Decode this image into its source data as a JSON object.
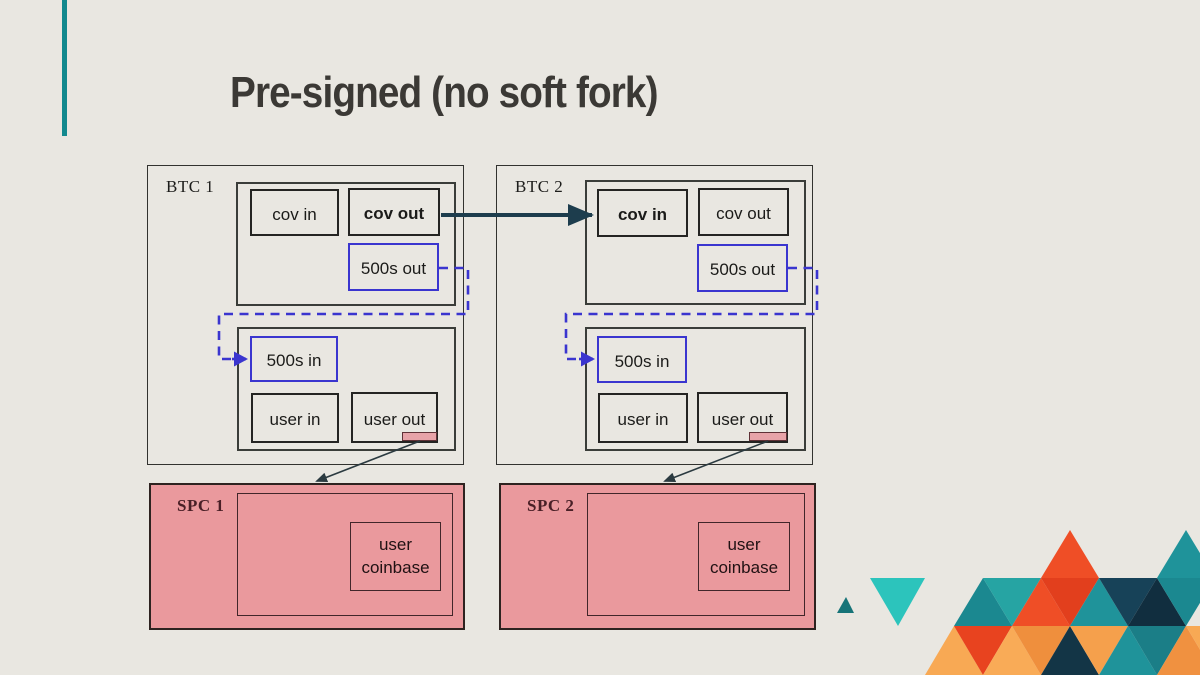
{
  "slide": {
    "title": "Pre-signed (no soft fork)"
  },
  "colors": {
    "background": "#e9e7e1",
    "accent_bar": "#12898e",
    "box_border": "#32322f",
    "blue_accent": "#3a35cf",
    "dark_arrow": "#1d3d4d",
    "spc_fill": "#ea999d",
    "chip_fill": "#e7a3a8",
    "mosaic_teal": "#1f939a",
    "mosaic_turquoise": "#2cc4bc",
    "mosaic_red": "#ee4a23",
    "mosaic_orange": "#f59d4a",
    "mosaic_navy": "#16415a"
  },
  "btc1": {
    "label": "BTC 1",
    "tx_top": {
      "cov_in": "cov in",
      "cov_out": "cov out",
      "s500_out": "500s out"
    },
    "tx_bottom": {
      "s500_in": "500s in",
      "user_in": "user in",
      "user_out": "user out"
    }
  },
  "btc2": {
    "label": "BTC 2",
    "tx_top": {
      "cov_in": "cov in",
      "cov_out": "cov out",
      "s500_out": "500s out"
    },
    "tx_bottom": {
      "s500_in": "500s in",
      "user_in": "user in",
      "user_out": "user out"
    }
  },
  "spc1": {
    "label": "SPC 1",
    "user_coinbase": "user coinbase"
  },
  "spc2": {
    "label": "SPC 2",
    "user_coinbase": "user coinbase"
  }
}
